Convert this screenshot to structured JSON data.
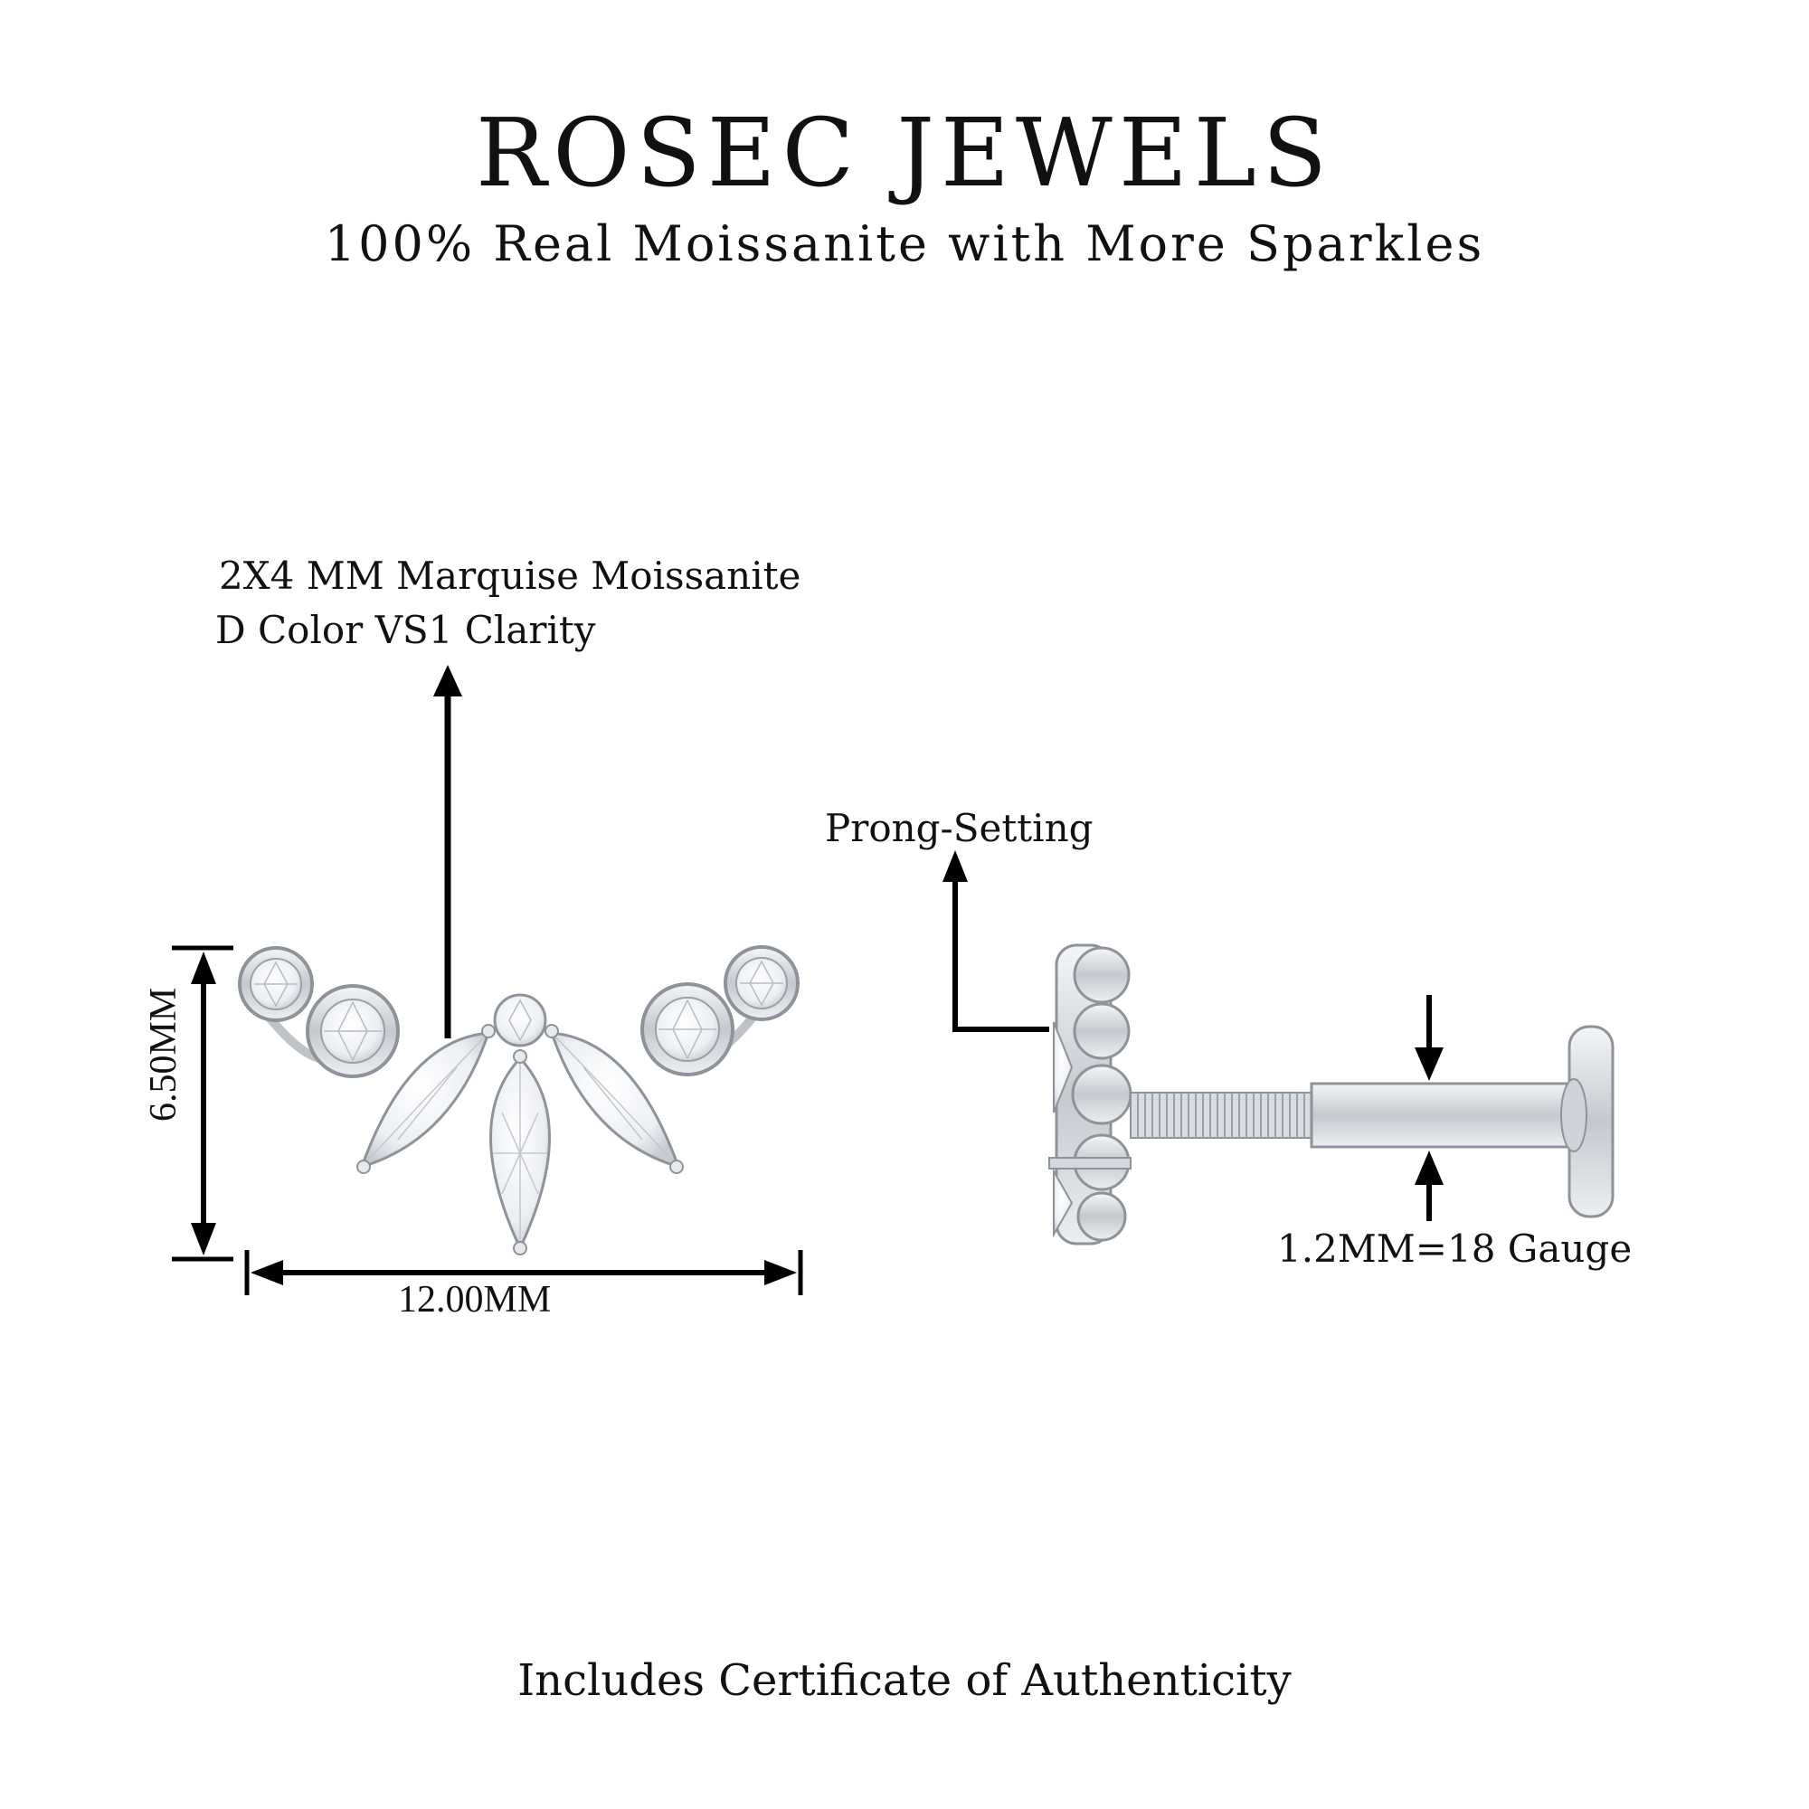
{
  "header": {
    "brand": "ROSEC JEWELS",
    "tagline": "100% Real Moissanite with More Sparkles"
  },
  "annotations": {
    "stone_line1": "2X4 MM Marquise Moissanite",
    "stone_line2": "D Color VS1 Clarity",
    "setting": "Prong-Setting",
    "gauge": "1.2MM=18 Gauge"
  },
  "dimensions": {
    "width": "12.00MM",
    "height": "6.50MM"
  },
  "footer": {
    "certificate": "Includes Certificate of Authenticity"
  },
  "colors": {
    "background": "#ffffff",
    "text": "#111111",
    "metal": "#c9ccd1",
    "metal_dark": "#8e939a",
    "stone": "#eef0f3"
  }
}
